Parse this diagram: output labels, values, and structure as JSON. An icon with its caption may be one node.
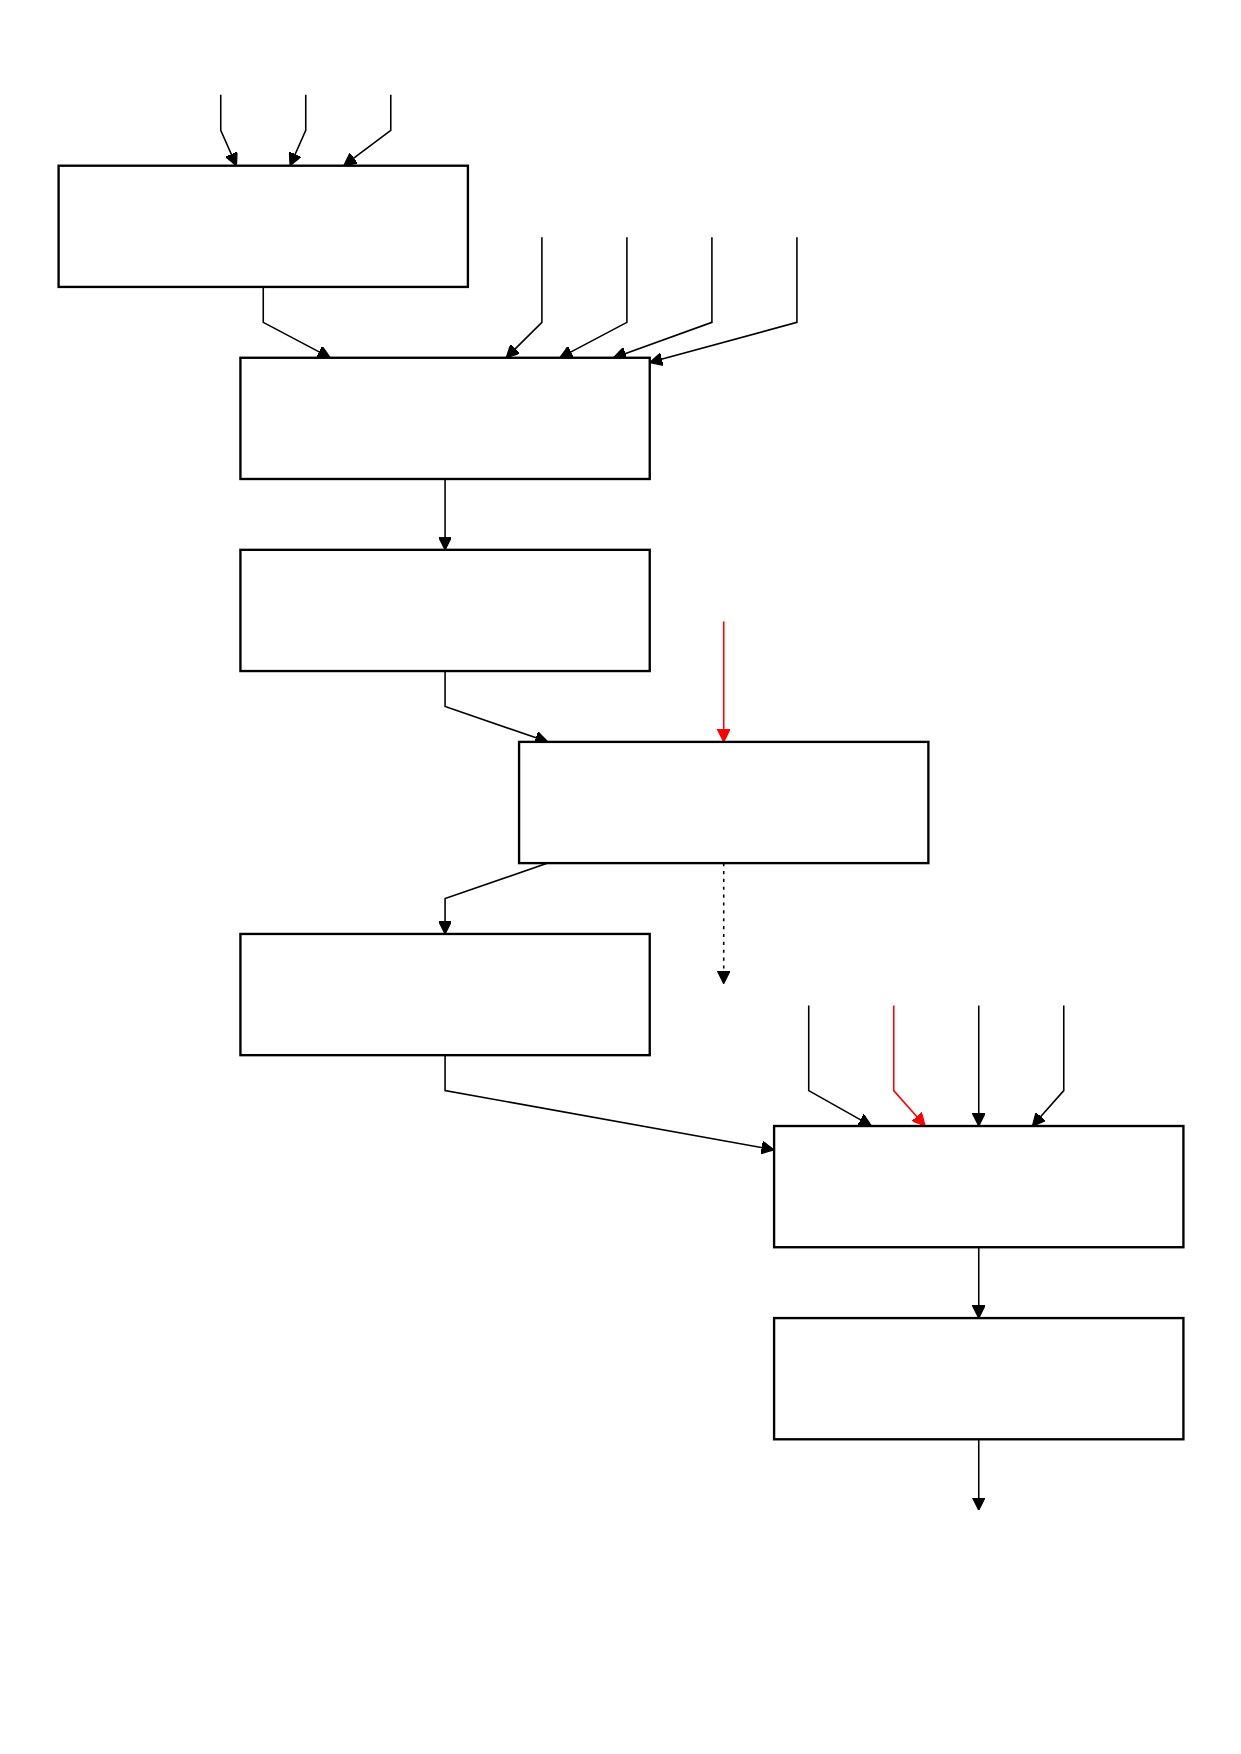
{
  "diagram": {
    "nodes": [
      {
        "text": [],
        "shape": "box"
      },
      {
        "text": [],
        "shape": "box"
      },
      {
        "text": [],
        "shape": "box"
      },
      {
        "text": [],
        "shape": "box"
      },
      {
        "text": [],
        "shape": "box"
      },
      {
        "text": [],
        "shape": "box"
      },
      {
        "text": [],
        "shape": "box"
      }
    ],
    "edges": [
      {
        "from": null,
        "to": 0,
        "arrow": "to"
      },
      {
        "from": null,
        "to": 0,
        "arrow": "to"
      },
      {
        "from": null,
        "to": 0,
        "arrow": "to"
      },
      {
        "from": 0,
        "to": 1,
        "arrow": "to"
      },
      {
        "from": null,
        "to": 1,
        "arrow": "to"
      },
      {
        "from": null,
        "to": 1,
        "arrow": "to"
      },
      {
        "from": null,
        "to": 1,
        "arrow": "to"
      },
      {
        "from": null,
        "to": 1,
        "arrow": "to"
      },
      {
        "from": 1,
        "to": 2,
        "arrow": "to"
      },
      {
        "from": 2,
        "to": 3,
        "arrow": "to"
      },
      {
        "from": null,
        "to": 3,
        "arrow": "to",
        "color": "#ff0000"
      },
      {
        "from": 3,
        "to": null,
        "arrow": "to",
        "style": "dashed"
      },
      {
        "from": 3,
        "to": 4,
        "arrow": "to"
      },
      {
        "from": 4,
        "to": 5,
        "arrow": "to"
      },
      {
        "from": null,
        "to": 5,
        "arrow": "to"
      },
      {
        "from": null,
        "to": 5,
        "arrow": "to",
        "color": "#ff0000"
      },
      {
        "from": null,
        "to": 5,
        "arrow": "to"
      },
      {
        "from": null,
        "to": 5,
        "arrow": "to"
      },
      {
        "from": 5,
        "to": 6,
        "arrow": "to"
      },
      {
        "from": 6,
        "to": null,
        "arrow": "to"
      }
    ]
  }
}
